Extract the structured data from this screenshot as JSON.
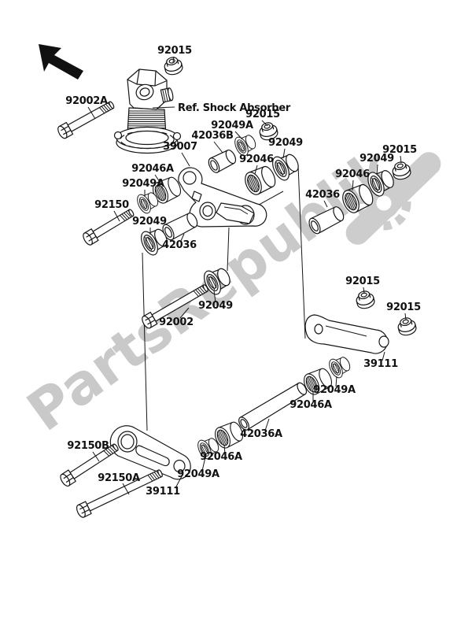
{
  "diagram": {
    "watermark": {
      "text": "PartsRepublik",
      "color": "#c9c9c9"
    },
    "ref_note": "Ref. Shock Absorber",
    "labels": [
      {
        "text": "92015"
      },
      {
        "text": "92002A"
      },
      {
        "text": "39007"
      },
      {
        "text": "42036B"
      },
      {
        "text": "92049A"
      },
      {
        "text": "92015"
      },
      {
        "text": "92049"
      },
      {
        "text": "92046"
      },
      {
        "text": "92046A"
      },
      {
        "text": "92049A"
      },
      {
        "text": "92150"
      },
      {
        "text": "92049"
      },
      {
        "text": "42036"
      },
      {
        "text": "42036"
      },
      {
        "text": "92046"
      },
      {
        "text": "92049"
      },
      {
        "text": "92015"
      },
      {
        "text": "92049"
      },
      {
        "text": "92002"
      },
      {
        "text": "92015"
      },
      {
        "text": "92015"
      },
      {
        "text": "39111"
      },
      {
        "text": "92049A"
      },
      {
        "text": "92046A"
      },
      {
        "text": "42036A"
      },
      {
        "text": "92150B"
      },
      {
        "text": "92150A"
      },
      {
        "text": "92049A"
      },
      {
        "text": "92046A"
      },
      {
        "text": "39111"
      }
    ]
  }
}
